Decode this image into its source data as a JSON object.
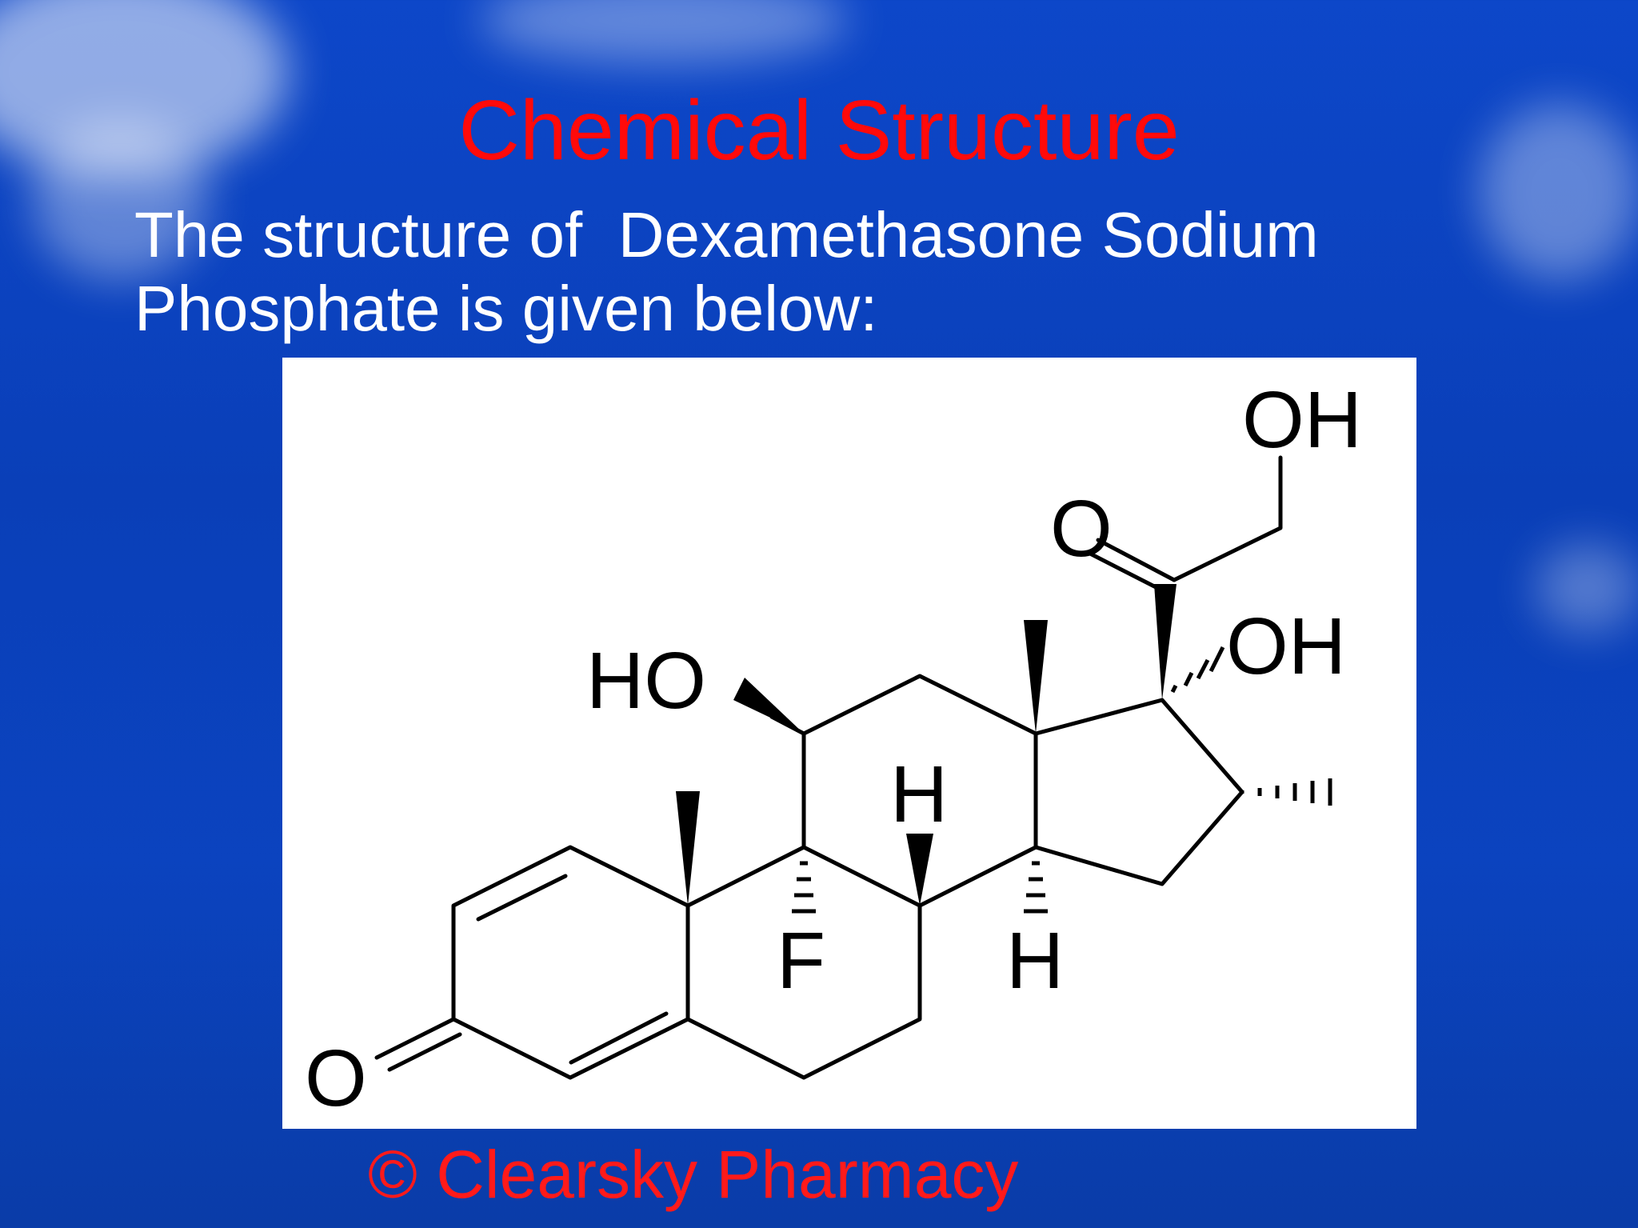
{
  "slide": {
    "title": "Chemical Structure",
    "subtitle_line1": "The structure of  Dexamethasone Sodium",
    "subtitle_line2": "Phosphate is given below:",
    "copyright": "© Clearsky Pharmacy"
  },
  "structure": {
    "atoms": {
      "oh_top": "OH",
      "o_ketone": "O",
      "oh_right": "OH",
      "ho_left": "HO",
      "h_top": "H",
      "f": "F",
      "h_bottom": "H",
      "o_bottom": "O"
    }
  },
  "colors": {
    "title": "#ff0a0a",
    "subtitle": "#ffffff",
    "copyright": "#ff1a1a",
    "background": "#0b43bf"
  }
}
